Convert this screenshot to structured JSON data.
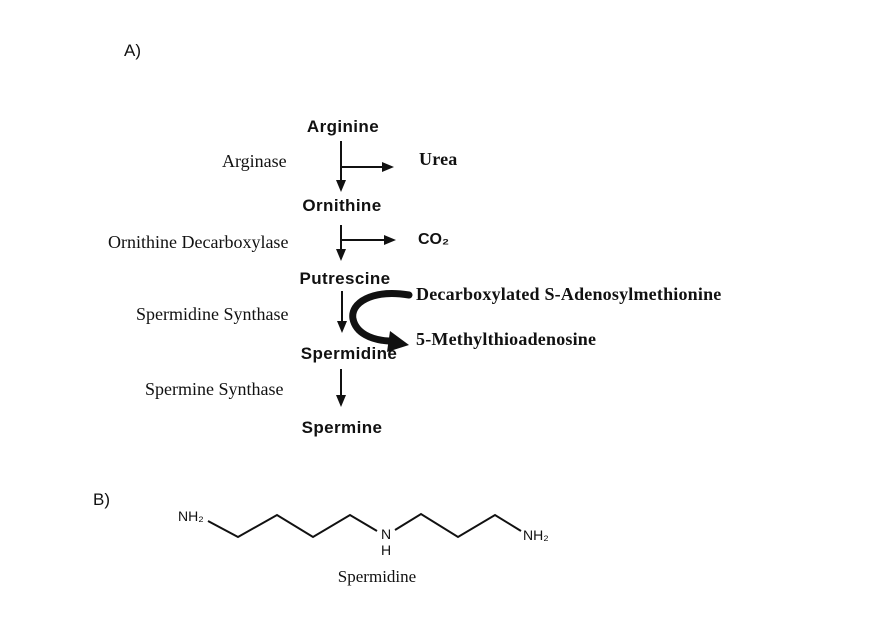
{
  "figure": {
    "panel_a_label": "A)",
    "panel_b_label": "B)"
  },
  "pathway": {
    "nodes": {
      "arginine": "Arginine",
      "ornithine": "Ornithine",
      "putrescine": "Putrescine",
      "spermidine": "Spermidine",
      "spermine": "Spermine"
    },
    "enzymes": {
      "arginase": "Arginase",
      "ornithine_decarboxylase": "Ornithine Decarboxylase",
      "spermidine_synthase": "Spermidine Synthase",
      "spermine_synthase": "Spermine Synthase"
    },
    "byproducts": {
      "urea": "Urea",
      "co2": "CO₂",
      "dcsam": "Decarboxylated S-Adenosylmethionine",
      "mta": "5-Methylthioadenosine"
    }
  },
  "molecule": {
    "left_amine": "NH₂",
    "secondary_nitrogen": "N",
    "secondary_hydrogen": "H",
    "right_amine": "NH₂",
    "caption": "Spermidine"
  },
  "colors": {
    "ink": "#111111",
    "background": "#ffffff"
  }
}
